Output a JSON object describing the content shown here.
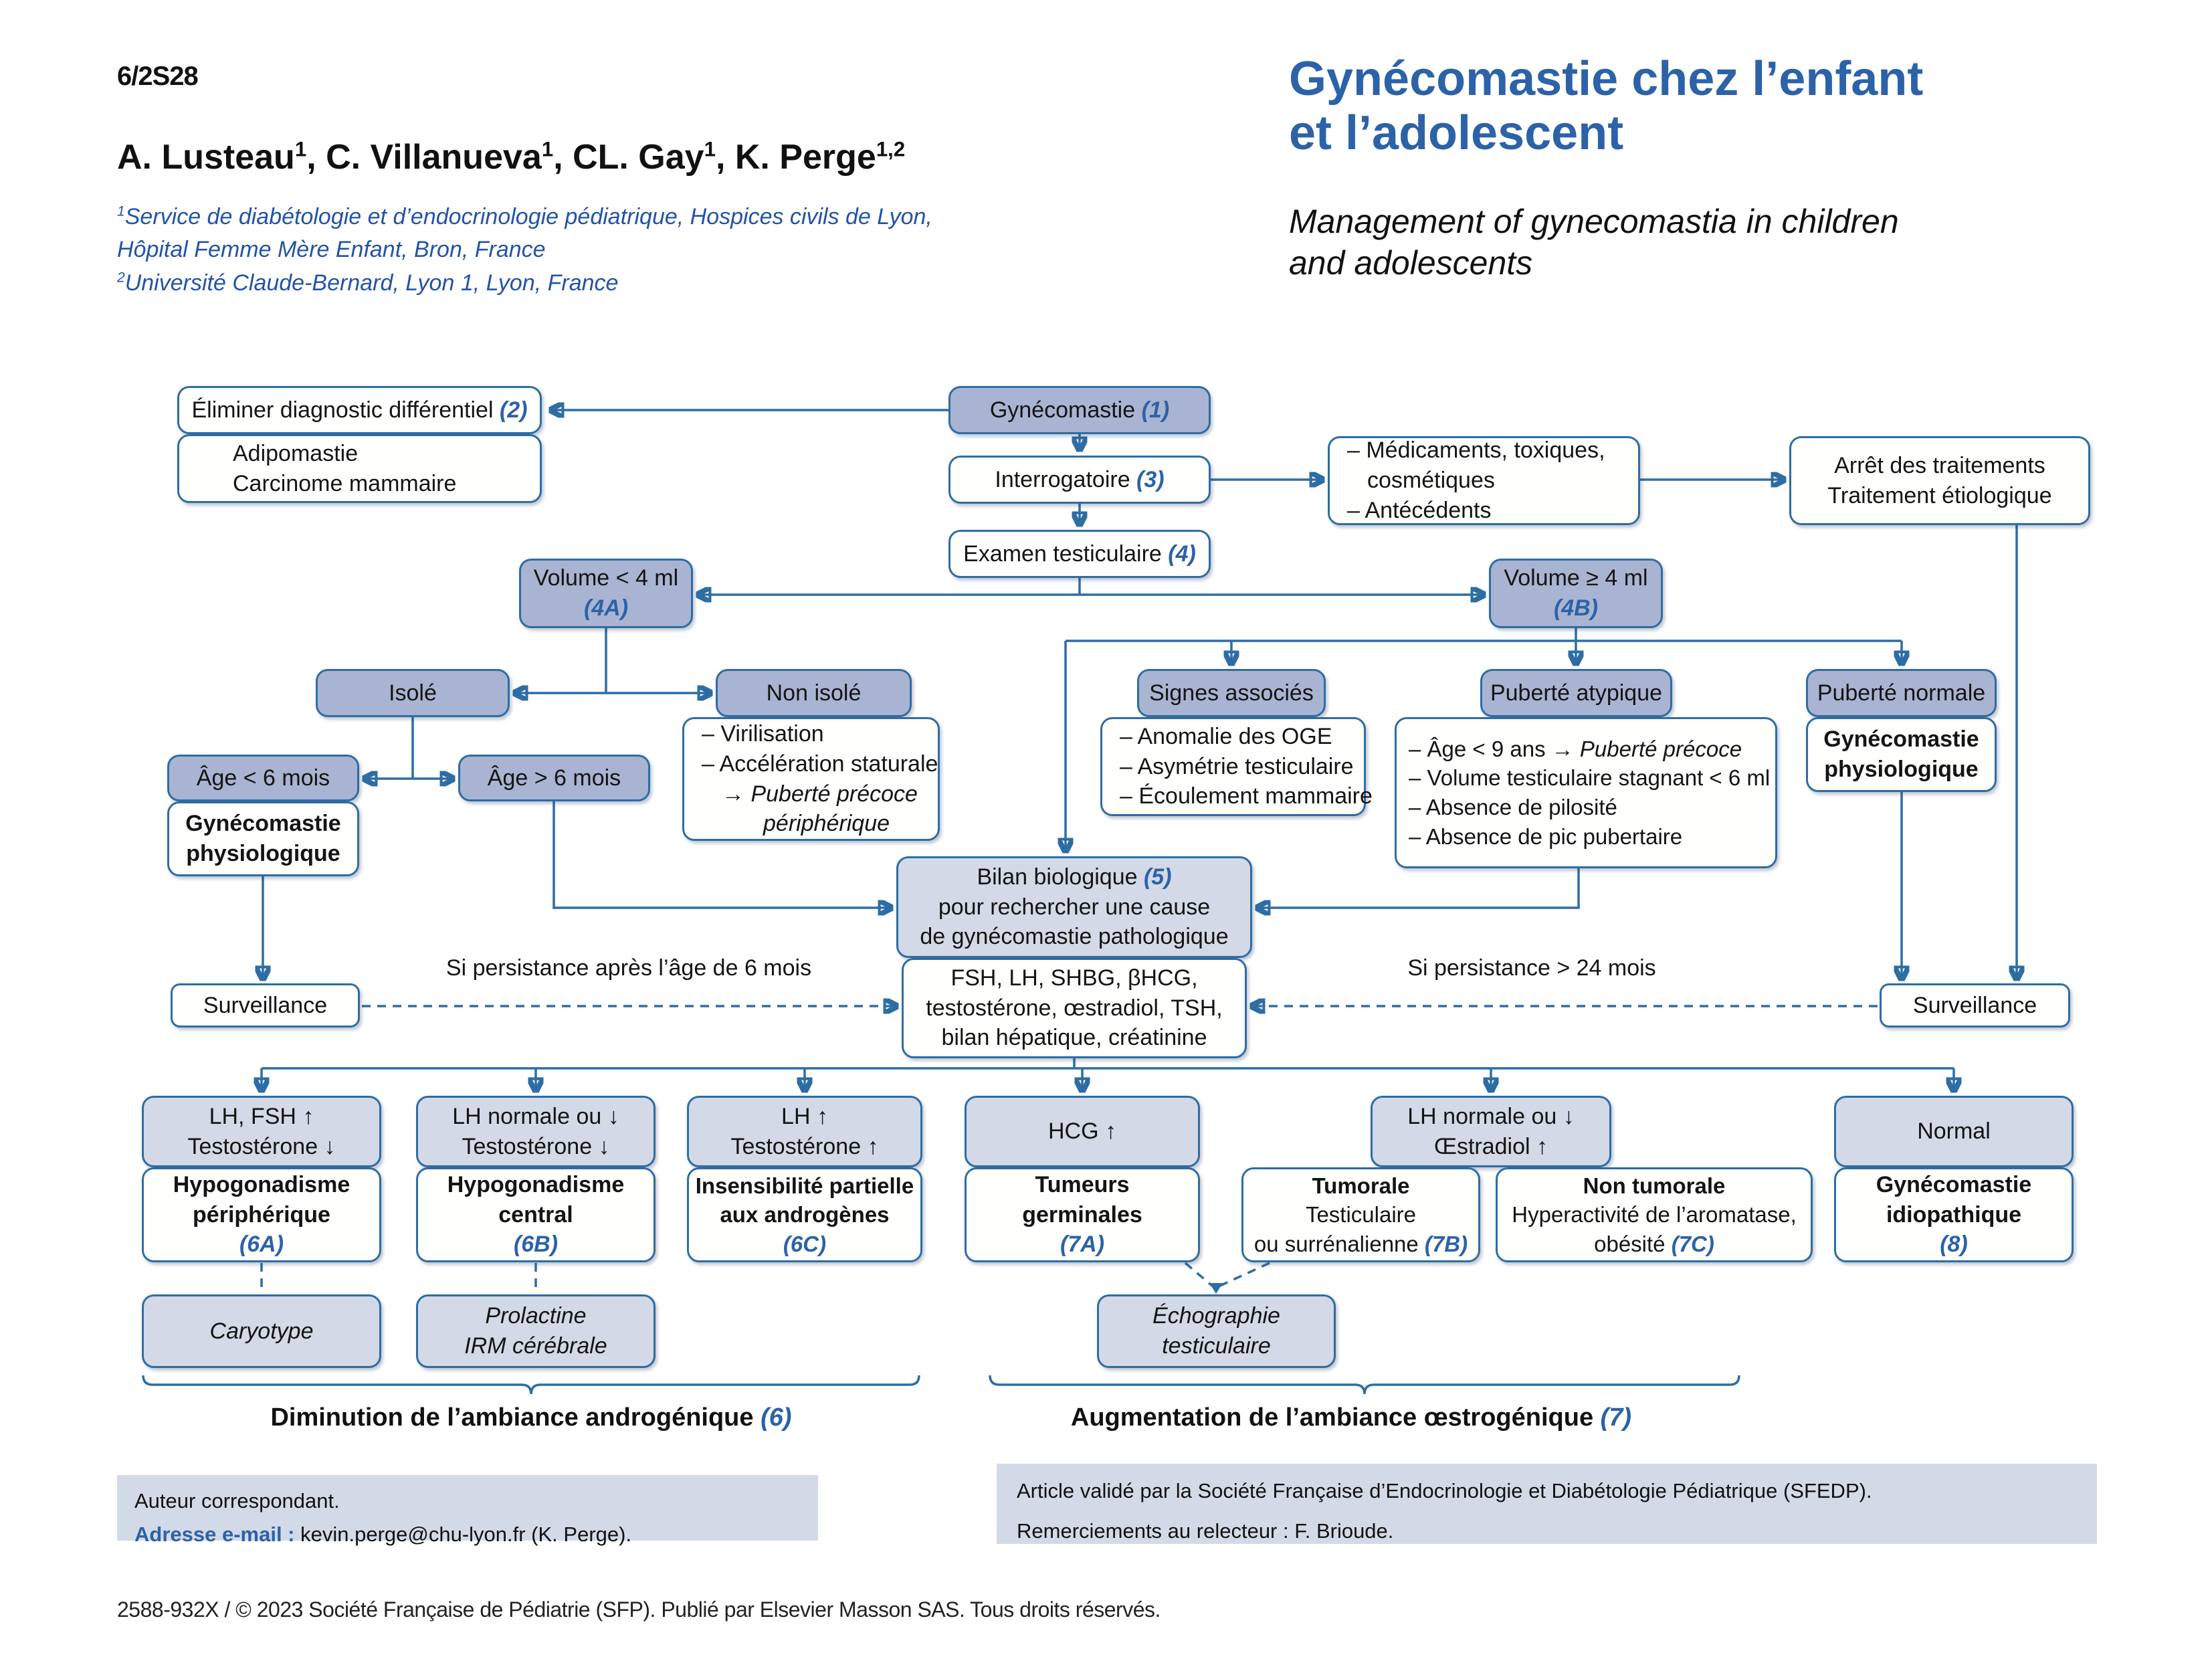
{
  "header": {
    "code": "6/2S28",
    "authors": [
      {
        "text": "A. Lusteau",
        "sup": "1"
      },
      {
        "text": ", C. Villanueva",
        "sup": "1"
      },
      {
        "text": ", CL. Gay",
        "sup": "1"
      },
      {
        "text": ", K. Perge",
        "sup": "1,2"
      }
    ],
    "affiliations": [
      {
        "sup": "1",
        "text": "Service de diabétologie et d’endocrinologie pédiatrique, Hospices civils de Lyon,"
      },
      {
        "sup": "",
        "text": "Hôpital Femme Mère Enfant, Bron, France"
      },
      {
        "sup": "2",
        "text": "Université Claude-Bernard, Lyon 1, Lyon, France"
      }
    ],
    "title_fr_line1": "Gynécomastie chez l’enfant",
    "title_fr_line2": "et l’adolescent",
    "title_en_line1": "Management of gynecomastia in children",
    "title_en_line2": "and adolescents"
  },
  "flowchart": {
    "gynecomastie": {
      "label": "Gynécomastie ",
      "marker": "(1)"
    },
    "eliminer": {
      "label": "Éliminer diagnostic différentiel ",
      "marker": "(2)"
    },
    "adipomastie": {
      "lines": [
        "Adipomastie",
        "Carcinome mammaire"
      ]
    },
    "interrogatoire": {
      "label": "Interrogatoire ",
      "marker": "(3)"
    },
    "medicaments": {
      "lines": [
        "– Médicaments, toxiques,",
        "cosmétiques",
        "– Antécédents"
      ]
    },
    "arret": {
      "lines": [
        "Arrêt des traitements",
        "Traitement étiologique"
      ]
    },
    "examen": {
      "label": "Examen testiculaire ",
      "marker": "(4)"
    },
    "vol4a": {
      "label": "Volume < 4 ml",
      "marker": "(4A)"
    },
    "vol4b": {
      "label": "Volume ≥ 4 ml",
      "marker": "(4B)"
    },
    "isole": {
      "label": "Isolé"
    },
    "non_isole": {
      "label": "Non isolé"
    },
    "signes_associes": {
      "label": "Signes associés"
    },
    "puberte_atypique": {
      "label": "Puberté atypique"
    },
    "puberte_normale": {
      "label": "Puberté normale"
    },
    "virilisation": {
      "l1": "– Virilisation",
      "l2": "– Accélération staturale",
      "l3": "→ Puberté précoce",
      "l4": "périphérique"
    },
    "oge": {
      "lines": [
        "– Anomalie des OGE",
        "– Asymétrie testiculaire",
        "– Écoulement mammaire"
      ]
    },
    "atypique_criteres": {
      "l1a": "– Âge < 9 ans → ",
      "l1b": "Puberté précoce",
      "l2": "– Volume testiculaire stagnant < 6 ml",
      "l3": "– Absence de pilosité",
      "l4": "– Absence de pic pubertaire"
    },
    "gyneco_physio_normale": {
      "lines": [
        "Gynécomastie",
        "physiologique"
      ]
    },
    "age_moins_6": {
      "label": "Âge < 6 mois"
    },
    "age_plus_6": {
      "label": "Âge > 6 mois"
    },
    "gyneco_physio_isole": {
      "lines": [
        "Gynécomastie",
        "physiologique"
      ]
    },
    "bilan": {
      "l1": "Bilan biologique ",
      "marker": "(5)",
      "l2": "pour rechercher une cause",
      "l3": "de gynécomastie pathologique"
    },
    "fsh_panel": {
      "lines": [
        "FSH, LH, SHBG, βHCG,",
        "testostérone, œstradiol, TSH,",
        "bilan hépatique, créatinine"
      ]
    },
    "surveillance_left": {
      "label": "Surveillance"
    },
    "surveillance_right": {
      "label": "Surveillance"
    },
    "persistance_6mois": "Si persistance après l’âge de 6 mois",
    "persistance_24mois": "Si persistance > 24 mois",
    "res_lh_fsh": {
      "lines": [
        "LH, FSH ↑",
        "Testostérone ↓"
      ]
    },
    "res_lh_normale_t": {
      "lines": [
        "LH normale ou ↓",
        "Testostérone ↓"
      ]
    },
    "res_lh_up": {
      "lines": [
        "LH ↑",
        "Testostérone ↑"
      ]
    },
    "res_hcg": {
      "label": "HCG ↑"
    },
    "res_lh_oestradiol": {
      "lines": [
        "LH normale ou ↓",
        "Œstradiol ↑"
      ]
    },
    "res_normal": {
      "label": "Normal"
    },
    "dx_hypo_periph": {
      "l1": "Hypogonadisme",
      "l2": "périphérique",
      "marker": "(6A)"
    },
    "dx_hypo_central": {
      "l1": "Hypogonadisme",
      "l2": "central",
      "marker": "(6B)"
    },
    "dx_insensibilite": {
      "l1": "Insensibilité partielle",
      "l2": "aux androgènes",
      "marker": "(6C)"
    },
    "dx_tumeurs_germinales": {
      "l1": "Tumeurs",
      "l2": "germinales",
      "marker": "(7A)"
    },
    "dx_tumorale": {
      "l1": "Tumorale",
      "l2": "Testiculaire",
      "l3": "ou surrénalienne ",
      "marker": "(7B)"
    },
    "dx_non_tumorale": {
      "l1": "Non tumorale",
      "l2": "Hyperactivité de l’aromatase,",
      "l3": "obésité ",
      "marker": "(7C)"
    },
    "dx_idiopathique": {
      "l1": "Gynécomastie",
      "l2": "idiopathique",
      "marker": "(8)"
    },
    "exam_caryotype": {
      "l1": "Caryotype"
    },
    "exam_prolactine": {
      "l1": "Prolactine",
      "l2": "IRM cérébrale"
    },
    "exam_echographie": {
      "l1": "Échographie",
      "l2": "testiculaire"
    },
    "brace_andro": {
      "label": "Diminution de l’ambiance androgénique ",
      "marker": "(6)"
    },
    "brace_oestro": {
      "label": "Augmentation de l’ambiance œstrogénique ",
      "marker": "(7)"
    }
  },
  "footer": {
    "correspondant_title": "Auteur correspondant.",
    "email_label": "Adresse e-mail : ",
    "email_value": "kevin.perge@chu-lyon.fr (K. Perge).",
    "validation": "Article validé par la Société Française d’Endocrinologie et Diabétologie Pédiatrique (SFEDP).",
    "remerciements": "Remerciements au relecteur : F. Brioude.",
    "copyright": "2588-932X / © 2023 Société Française de Pédiatrie (SFP). Publié par Elsevier Masson SAS. Tous droits réservés."
  },
  "colors": {
    "accent_blue": "#2c62a8",
    "line_blue": "#2e6da4",
    "box_dark_fill": "#a9b4d2",
    "box_light_fill": "#d3d9e6",
    "footer_bg": "#d3dae7"
  }
}
